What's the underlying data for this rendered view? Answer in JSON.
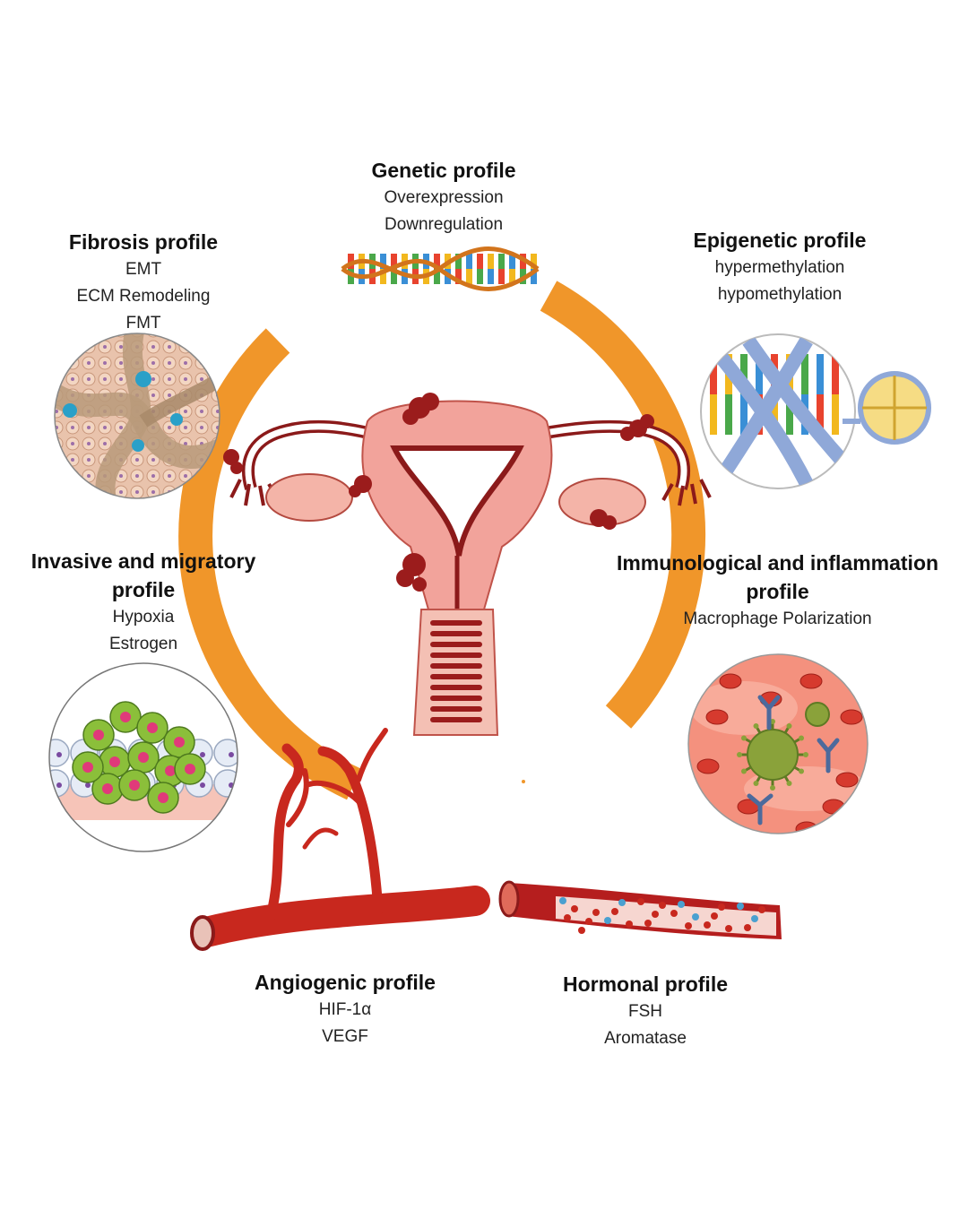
{
  "profiles": {
    "genetic": {
      "title": "Genetic profile",
      "lines": [
        "Overexpression",
        "Downregulation"
      ]
    },
    "fibrosis": {
      "title": "Fibrosis profile",
      "lines": [
        "EMT",
        "ECM Remodeling",
        "FMT"
      ]
    },
    "epigenetic": {
      "title": "Epigenetic profile",
      "lines": [
        "hypermethylation",
        "hypomethylation"
      ]
    },
    "invasive": {
      "title_line1": "Invasive and migratory",
      "title_line2": "profile",
      "lines": [
        "Hypoxia",
        "Estrogen"
      ]
    },
    "immuno": {
      "title_line1": "Immunological and inflammation",
      "title_line2": "profile",
      "lines": [
        "Macrophage Polarization"
      ]
    },
    "angiogenic": {
      "title": "Angiogenic profile",
      "lines": [
        "HIF-1α",
        "VEGF"
      ]
    },
    "hormonal": {
      "title": "Hormonal profile",
      "lines": [
        "FSH",
        "Aromatase"
      ]
    }
  },
  "icons": {
    "dna": "dna-helix-icon",
    "uterus": "uterus-illustration",
    "fibrosis": "fibrosis-tissue-icon",
    "epigenetic": "methylated-dna-icon",
    "invasive": "invasive-cells-icon",
    "immuno": "immune-cells-icon",
    "angiogenic": "blood-vessel-branching-icon",
    "hormonal": "blood-vessel-cross-section-icon"
  },
  "colors": {
    "ring": "#f0962a",
    "vessel": "#c8281e",
    "tissue": "#f2a39b",
    "lesion": "#9b1c1c"
  }
}
